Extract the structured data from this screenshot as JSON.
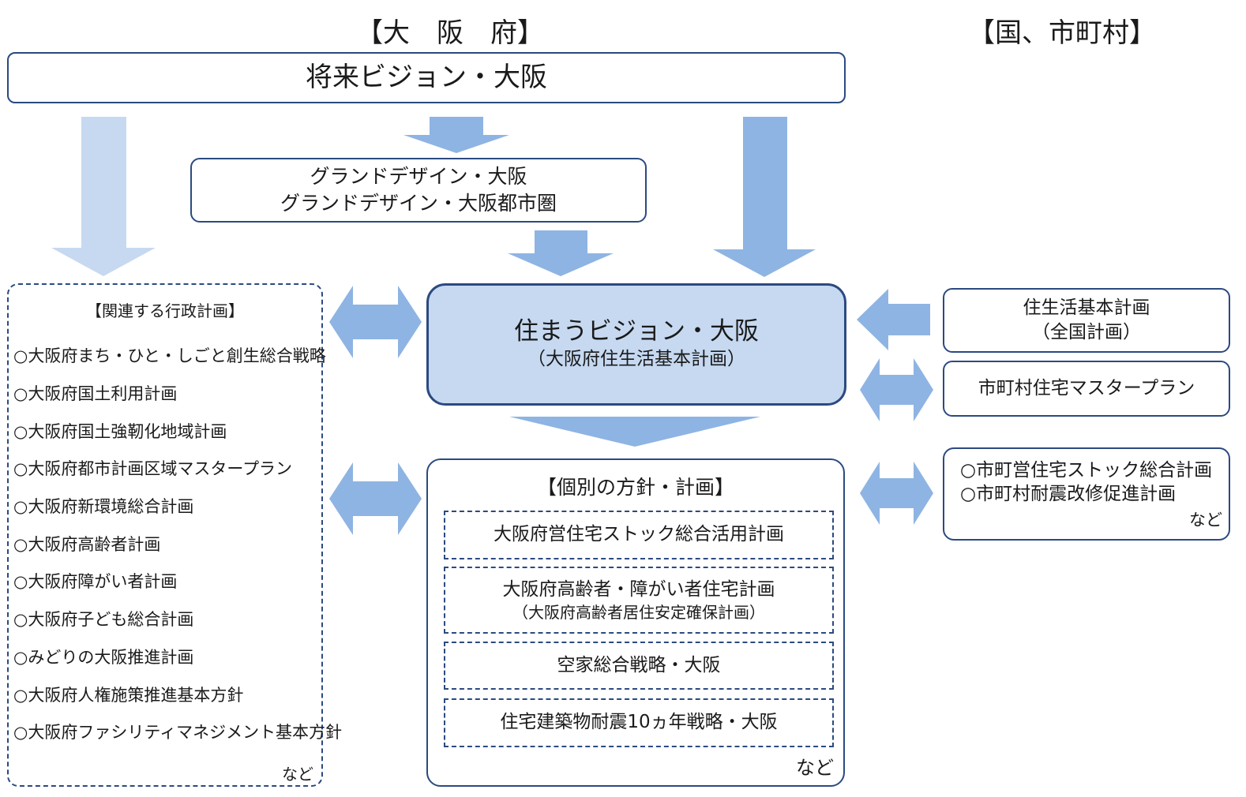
{
  "headers": {
    "prefecture": "【大　阪　府】",
    "national": "【国、市町村】"
  },
  "top_box": {
    "title": "将来ビジョン・大阪"
  },
  "grand_design": {
    "line1": "グランドデザイン・大阪",
    "line2": "グランドデザイン・大阪都市圏"
  },
  "center_box": {
    "title": "住まうビジョン・大阪",
    "subtitle": "（大阪府住生活基本計画）"
  },
  "related_plans": {
    "title": "【関連する行政計画】",
    "items": [
      "○大阪府まち・ひと・しごと創生総合戦略",
      "○大阪府国土利用計画",
      "○大阪府国土強靭化地域計画",
      "○大阪府都市計画区域マスタープラン",
      "○大阪府新環境総合計画",
      "○大阪府高齢者計画",
      "○大阪府障がい者計画",
      "○大阪府子ども総合計画",
      "○みどりの大阪推進計画",
      "○大阪府人権施策推進基本方針",
      "○大阪府ファシリティマネジメント基本方針"
    ],
    "etc": "など"
  },
  "individual_plans": {
    "title": "【個別の方針・計画】",
    "items": [
      {
        "line1": "大阪府営住宅ストック総合活用計画",
        "line2": ""
      },
      {
        "line1": "大阪府高齢者・障がい者住宅計画",
        "line2": "（大阪府高齢者居住安定確保計画）"
      },
      {
        "line1": "空家総合戦略・大阪",
        "line2": ""
      },
      {
        "line1": "住宅建築物耐震10ヵ年戦略・大阪",
        "line2": ""
      }
    ],
    "etc": "など"
  },
  "national_plan": {
    "line1": "住生活基本計画",
    "line2": "（全国計画）"
  },
  "municipal_master_plan": {
    "title": "市町村住宅マスタープラン"
  },
  "municipal_plans": {
    "items": [
      "○市町営住宅ストック総合計画",
      "○市町村耐震改修促進計画"
    ],
    "etc": "など"
  },
  "colors": {
    "arrow_light": "#c5d8f0",
    "arrow": "#8eb4e3",
    "center_fill": "#c6d9f1",
    "border": "#2b4a80"
  }
}
